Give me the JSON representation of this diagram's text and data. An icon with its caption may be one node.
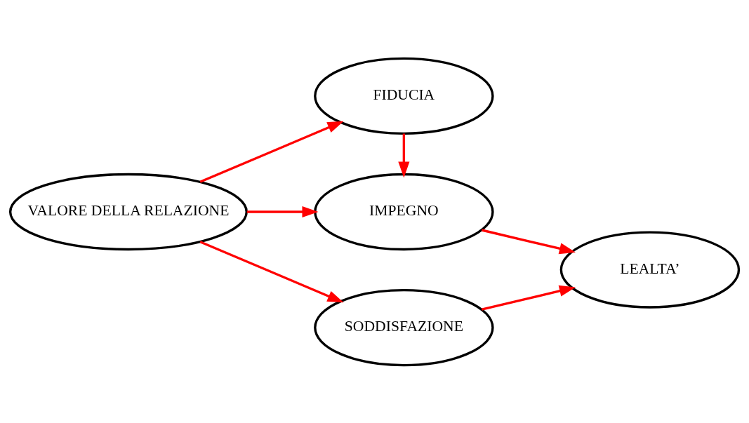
{
  "diagram": {
    "nodes": [
      {
        "text": [
          "FIDUCIA"
        ]
      },
      {
        "text": [
          "VALORE DELLA RELAZIONE"
        ]
      },
      {
        "text": [
          "IMPEGNO"
        ]
      },
      {
        "text": [
          "LEALTA’"
        ]
      },
      {
        "text": [
          "SODDISFAZIONE"
        ]
      }
    ],
    "edges": [
      {
        "from": 1,
        "to": 0,
        "arrow": "to",
        "color": "#ff0000"
      },
      {
        "from": 1,
        "to": 2,
        "arrow": "to",
        "color": "#ff0000"
      },
      {
        "from": 1,
        "to": 4,
        "arrow": "to",
        "color": "#ff0000"
      },
      {
        "from": 0,
        "to": 2,
        "arrow": "to",
        "color": "#ff0000"
      },
      {
        "from": 2,
        "to": 3,
        "arrow": "to",
        "color": "#ff0000"
      },
      {
        "from": 4,
        "to": 3,
        "arrow": "to",
        "color": "#ff0000"
      }
    ]
  }
}
